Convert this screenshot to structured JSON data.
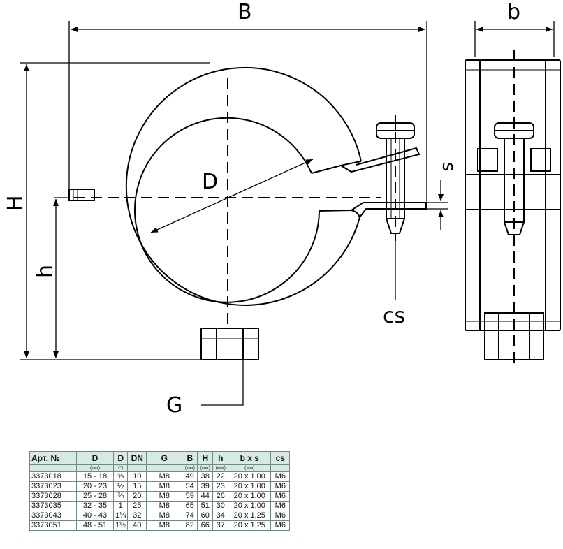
{
  "labels": {
    "B": "B",
    "b": "b",
    "H": "H",
    "h": "h",
    "D": "D",
    "s": "s",
    "cs": "cs",
    "G": "G"
  },
  "table": {
    "headers": [
      "Арт. №",
      "D",
      "D",
      "DN",
      "G",
      "B",
      "H",
      "h",
      "b x s",
      "cs"
    ],
    "units": [
      "",
      "(мм)",
      "(\")",
      "",
      "",
      "(мм)",
      "(мм)",
      "(мм)",
      "(мм)",
      ""
    ],
    "rows": [
      [
        "3373018",
        "15 - 18",
        "⅜",
        "10",
        "M8",
        "49",
        "38",
        "22",
        "20 x 1,00",
        "M6"
      ],
      [
        "3373023",
        "20 - 23",
        "½",
        "15",
        "M8",
        "54",
        "39",
        "23",
        "20 x 1,00",
        "M6"
      ],
      [
        "3373028",
        "25 - 28",
        "¾",
        "20",
        "M8",
        "59",
        "44",
        "26",
        "20 x 1,00",
        "M6"
      ],
      [
        "3373035",
        "32 - 35",
        "1",
        "25",
        "M8",
        "65",
        "51",
        "30",
        "20 x 1,00",
        "M6"
      ],
      [
        "3373043",
        "40 - 43",
        "1¼",
        "32",
        "M8",
        "74",
        "60",
        "34",
        "20 x 1,25",
        "M6"
      ],
      [
        "3373051",
        "48 - 51",
        "1½",
        "40",
        "M8",
        "82",
        "66",
        "37",
        "20 x 1,25",
        "M6"
      ]
    ]
  }
}
